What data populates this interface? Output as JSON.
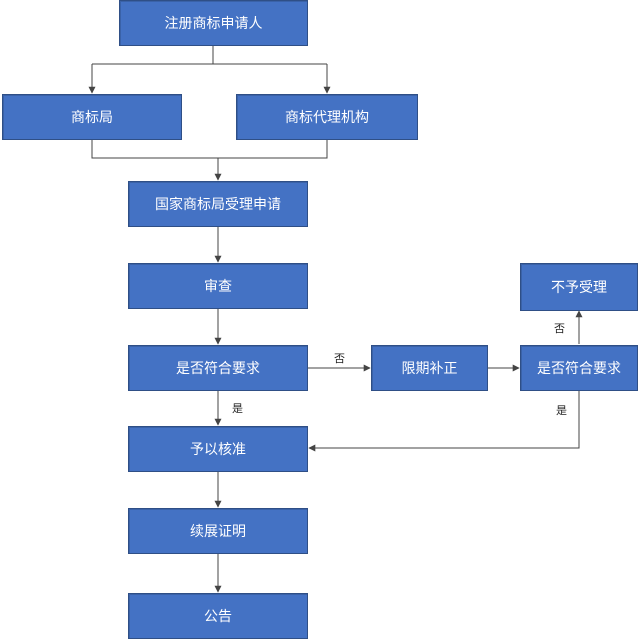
{
  "colors": {
    "node_fill": "#4472c4",
    "node_border": "#2f4f86",
    "node_text": "#ffffff",
    "edge": "#444444"
  },
  "nodes": {
    "applicant": "注册商标申请人",
    "trademark_office": "商标局",
    "agency": "商标代理机构",
    "accept": "国家商标局受理申请",
    "review": "审查",
    "check": "是否符合要求",
    "correction": "限期补正",
    "recheck": "是否符合要求",
    "reject": "不予受理",
    "approve": "予以核准",
    "renew_cert": "续展证明",
    "announce": "公告"
  },
  "edge_labels": {
    "check_to_correction": "否",
    "check_to_approve": "是",
    "recheck_to_reject": "否",
    "recheck_to_approve": "是"
  }
}
